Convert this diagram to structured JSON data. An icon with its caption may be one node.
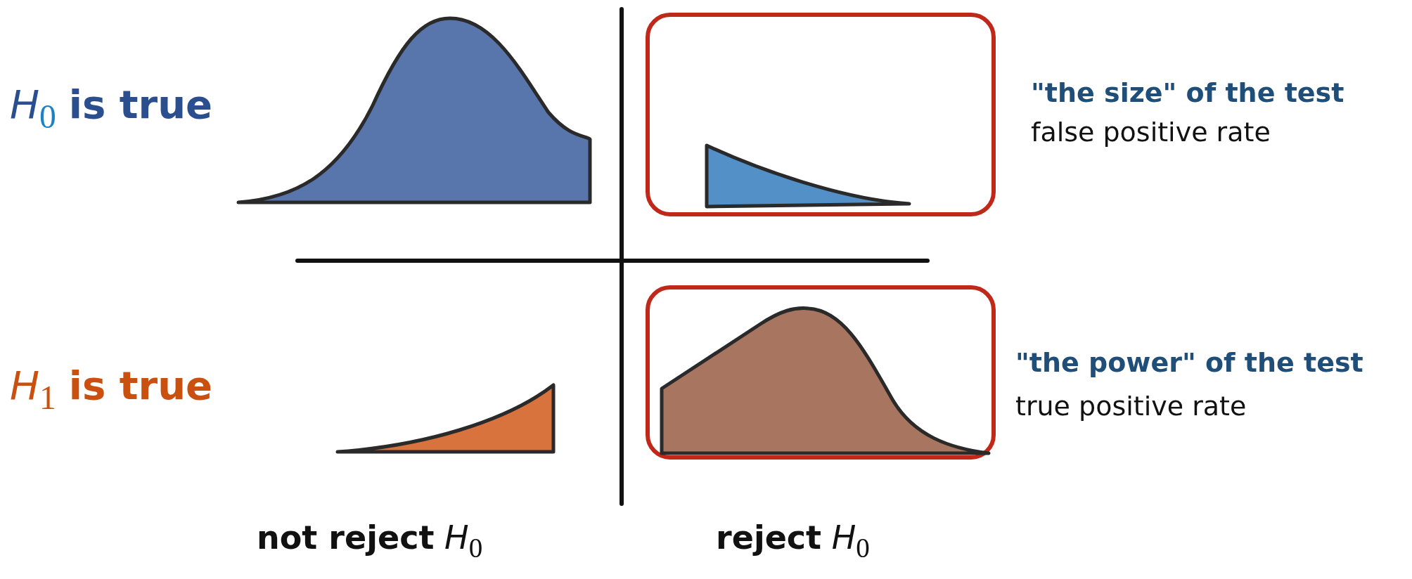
{
  "diagram": {
    "labels": [
      "*H*$_{0}$ **is true**",
      "*H*$_{1}$ **is true**",
      "\"the size\" of the test",
      "false positive rate",
      "\"the power\" of the test",
      "true positive rate",
      "**not reject** *H*$_{0}$",
      "**reject** *H*$_{0}$"
    ]
  }
}
